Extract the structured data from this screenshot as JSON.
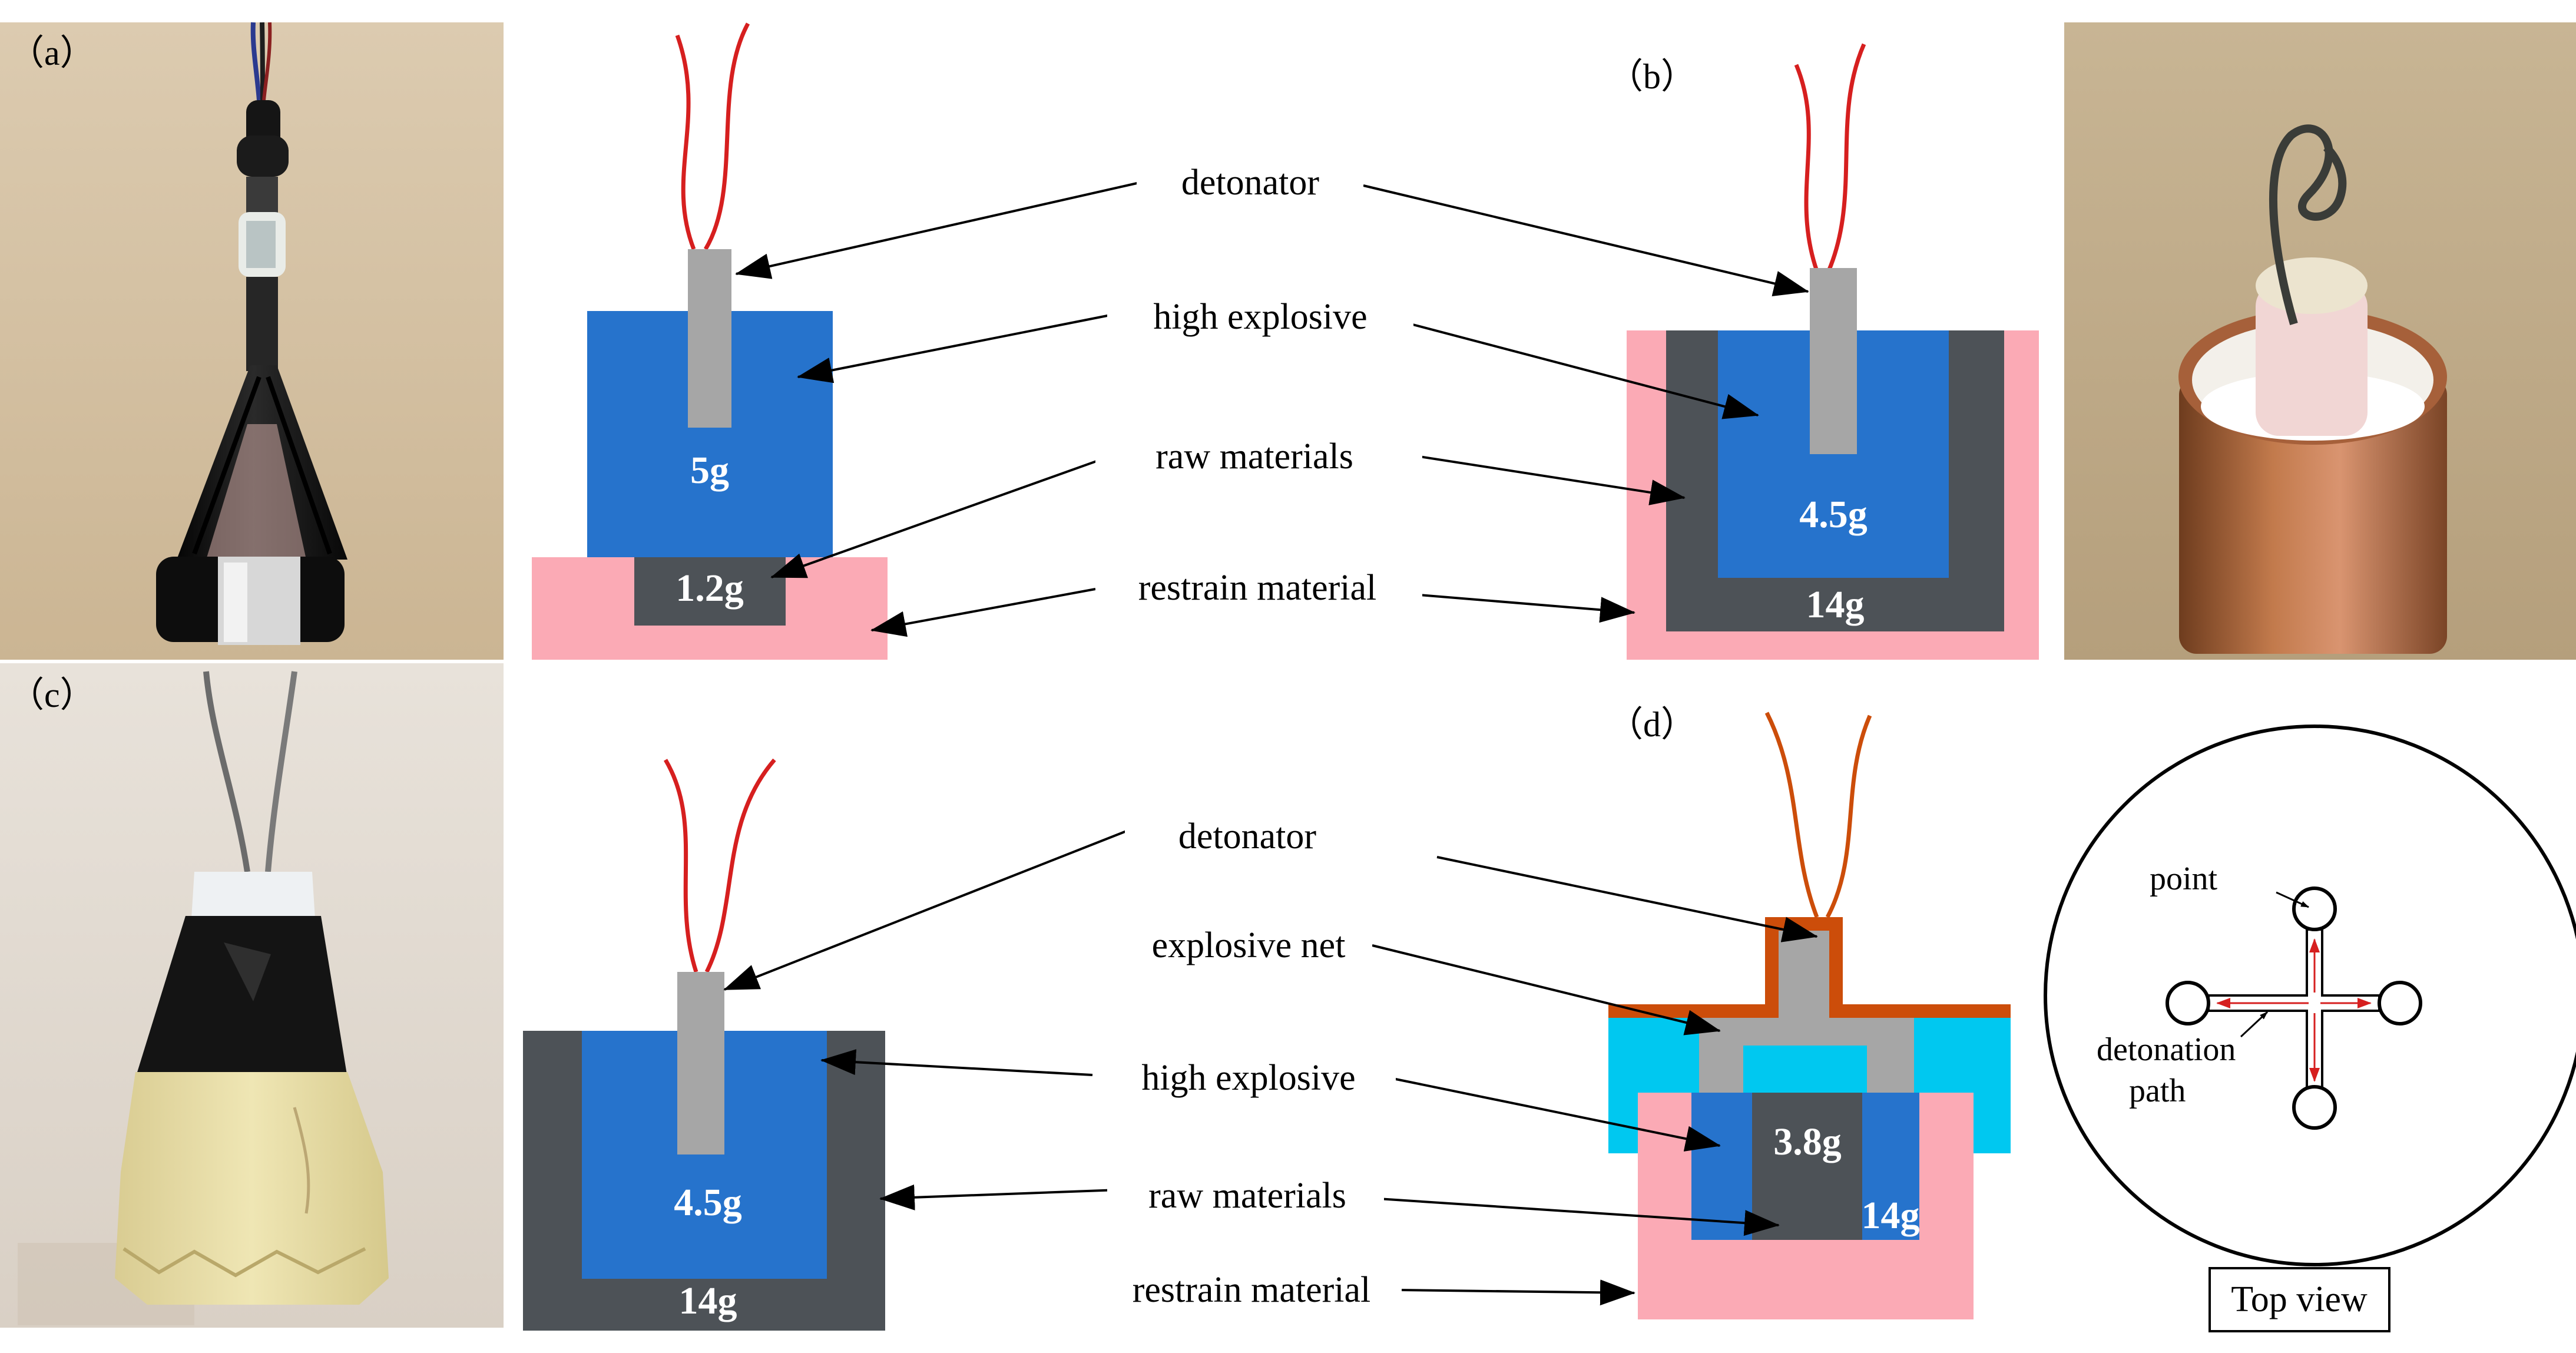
{
  "panels": {
    "a": "（a）",
    "b": "（b）",
    "c": "（c）",
    "d": "（d）"
  },
  "labels": {
    "detonator": "detonator",
    "high_explosive": "high explosive",
    "raw_materials": "raw materials",
    "restrain_material": "restrain material",
    "explosive_net": "explosive net",
    "point": "point",
    "detonation_line1": "detonation",
    "detonation_line2": "path",
    "top_view": "Top view"
  },
  "masses": {
    "a_high": "5g",
    "a_raw": "1.2g",
    "b_high": "4.5g",
    "b_raw": "14g",
    "c_high": "4.5g",
    "c_raw": "14g",
    "d_high": "3.8g",
    "d_raw": "14g"
  },
  "colors": {
    "high_explosive": "#2673cc",
    "raw_materials": "#4d5257",
    "restrain_material": "#fbaab5",
    "detonator": "#a6a6a6",
    "wire": "#d61f1f",
    "explosive_net_cover": "#cc4d0a",
    "explosive_net_body": "#00c8f0"
  }
}
